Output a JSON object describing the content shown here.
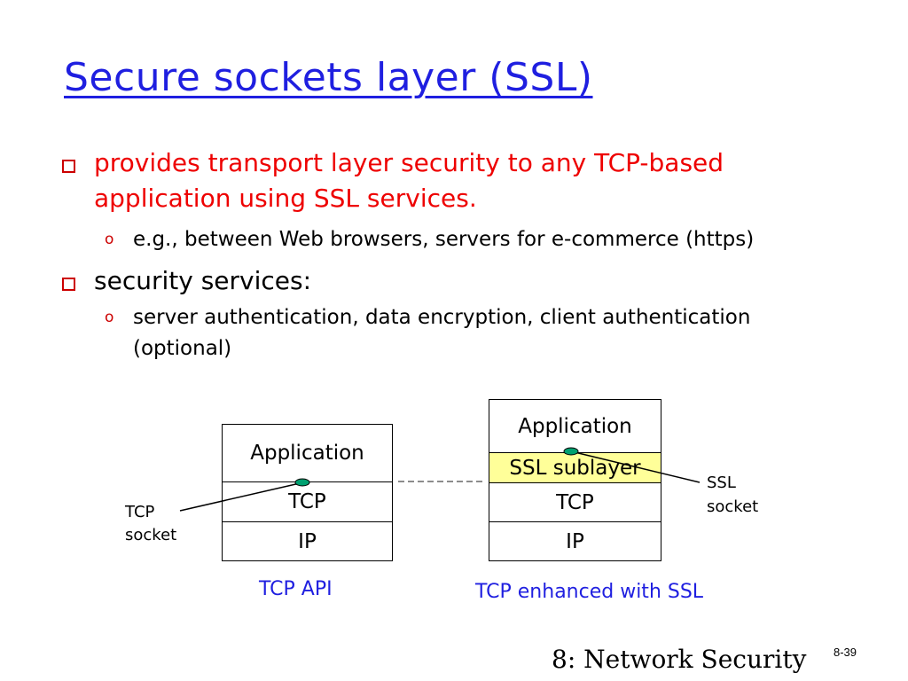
{
  "title": "Secure sockets layer (SSL)",
  "bullets": [
    {
      "line1": "provides transport layer security to any TCP-based",
      "line2": "application using SSL services.",
      "sub": [
        {
          "line1": "e.g., between Web browsers, servers for e-commerce (https)"
        }
      ]
    },
    {
      "line1": "security services:",
      "sub": [
        {
          "line1": "server authentication, data encryption, client authentication",
          "line2": "(optional)"
        }
      ]
    }
  ],
  "left_stack": {
    "layers": [
      "Application",
      "TCP",
      "IP"
    ],
    "caption": "TCP API",
    "socket_label_line1": "TCP",
    "socket_label_line2": "socket"
  },
  "right_stack": {
    "layers": [
      "Application",
      "SSL sublayer",
      "TCP",
      "IP"
    ],
    "caption": "TCP enhanced with SSL",
    "socket_label_line1": "SSL",
    "socket_label_line2": "socket"
  },
  "footer": "8: Network Security",
  "page_number": "8-39",
  "colors": {
    "title": "#1f1fe0",
    "emphasis": "#ee0000",
    "sublayer": "#ffff99",
    "socket": "#00a070"
  }
}
